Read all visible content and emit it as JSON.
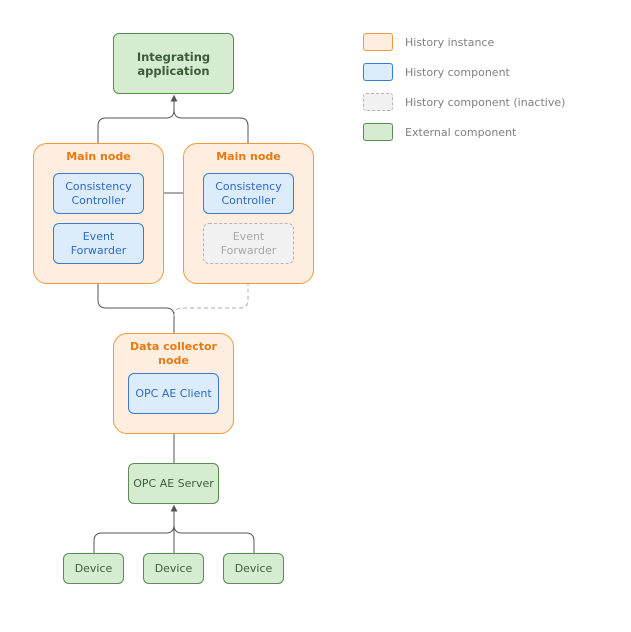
{
  "legend": {
    "history_instance": "History instance",
    "history_component": "History component",
    "history_component_inactive": "History component (inactive)",
    "external_component": "External component"
  },
  "nodes": {
    "integrating_application": "Integrating\napplication",
    "main_node_left": "Main node",
    "main_node_right": "Main node",
    "consistency_controller_left": "Consistency\nController",
    "consistency_controller_right": "Consistency\nController",
    "event_forwarder_left": "Event\nForwarder",
    "event_forwarder_right": "Event\nForwarder",
    "data_collector_node": "Data collector\nnode",
    "opc_ae_client": "OPC AE Client",
    "opc_ae_server": "OPC AE Server",
    "devices": [
      "Device",
      "Device",
      "Device"
    ]
  },
  "colors": {
    "history_instance_fill": "#fdeedf",
    "history_instance_border": "#f29a3a",
    "history_component_fill": "#dcecfa",
    "history_component_border": "#3a7bd5",
    "inactive_fill": "#f1f1f1",
    "inactive_border": "#b5b5b5",
    "external_fill": "#d5ecd1",
    "external_border": "#5b8a55"
  }
}
